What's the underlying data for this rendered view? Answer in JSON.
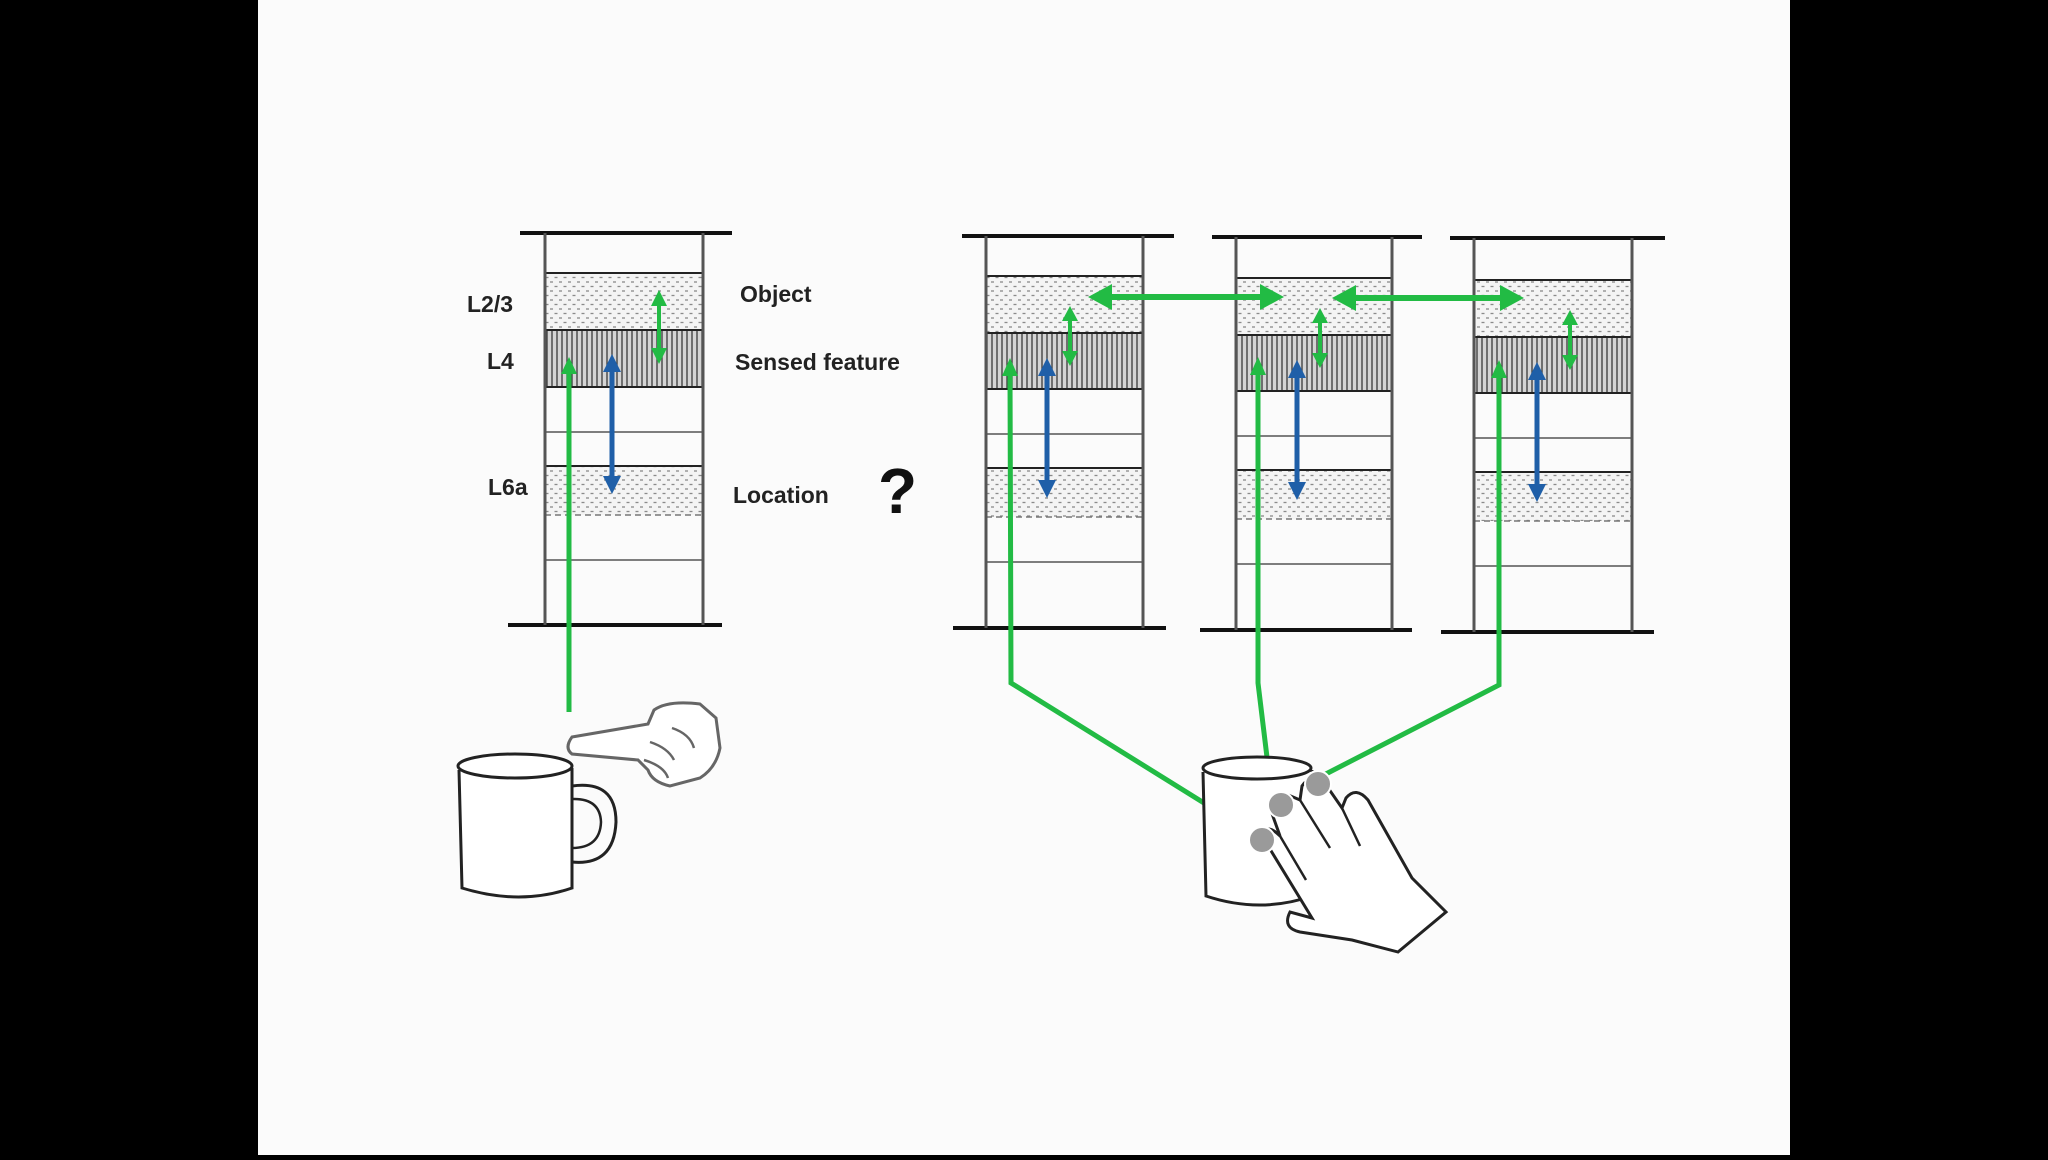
{
  "colors": {
    "background": "#000000",
    "slide": "#fbfbfb",
    "green_arrow": "#22bb44",
    "blue_arrow": "#1f5fa8",
    "column_line": "#555555",
    "dot_texture": "#9a9a9a"
  },
  "layer_labels": {
    "l23": "L2/3",
    "l4": "L4",
    "l6a": "L6a"
  },
  "side_labels": {
    "object": "Object",
    "sensed_feature": "Sensed feature",
    "location": "Location",
    "question_mark": "?"
  },
  "icons": [
    "mug-icon",
    "pointing-hand-icon",
    "grasping-hand-icon",
    "fingertip-dot-icon"
  ]
}
